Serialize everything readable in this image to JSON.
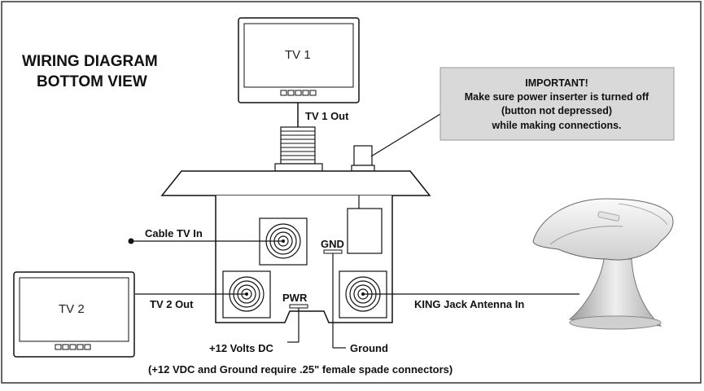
{
  "title": {
    "line1": "WIRING DIAGRAM",
    "line2": "BOTTOM VIEW"
  },
  "tv1": {
    "label": "TV 1"
  },
  "tv2": {
    "label": "TV 2"
  },
  "important": {
    "heading": "IMPORTANT!",
    "line1": "Make sure power inserter is turned off",
    "line2": "(button not depressed)",
    "line3": "while making connections."
  },
  "labels": {
    "tv1_out": "TV 1 Out",
    "cable_tv_in": "Cable TV In",
    "gnd": "GND",
    "tv2_out": "TV 2 Out",
    "pwr": "PWR",
    "king_jack": "KING Jack Antenna In",
    "plus12": "+12 Volts DC",
    "ground": "Ground",
    "footnote": "(+12 VDC and Ground require .25\" female spade connectors)"
  },
  "colors": {
    "border": "#333333",
    "note_bg": "#d9d9d9",
    "line": "#111111"
  }
}
